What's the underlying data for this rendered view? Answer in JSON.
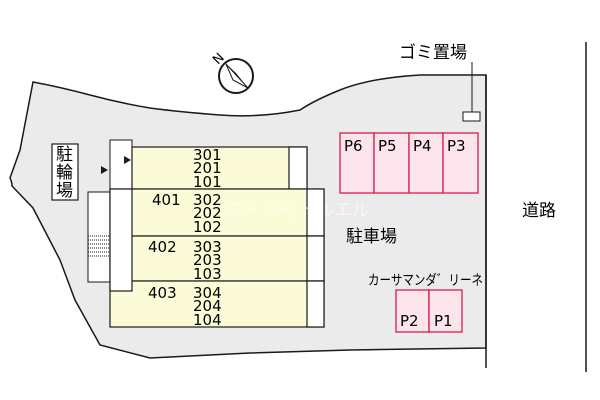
{
  "north_label": "N",
  "trash_label": "ゴミ置場",
  "road_label": "道路",
  "bicycle_label": [
    "駐",
    "輪",
    "場"
  ],
  "parking_label": "駐車場",
  "car_sharing_label": "カーサマンダ゛リーネ",
  "parking_spaces": [
    "P6",
    "P5",
    "P4",
    "P3",
    "P2",
    "P1"
  ],
  "units": [
    [
      "301",
      "201",
      "101"
    ],
    [
      "401",
      "302",
      "202",
      "102"
    ],
    [
      "402",
      "303",
      "203",
      "103"
    ],
    [
      "403",
      "304",
      "204",
      "104"
    ]
  ],
  "watermark": "エ・シャトルエル",
  "colors": {
    "lot": "#ebebeb",
    "building": "#fbfbd8",
    "parking_fill": "#fce4ec",
    "parking_border": "#d81b4a"
  }
}
